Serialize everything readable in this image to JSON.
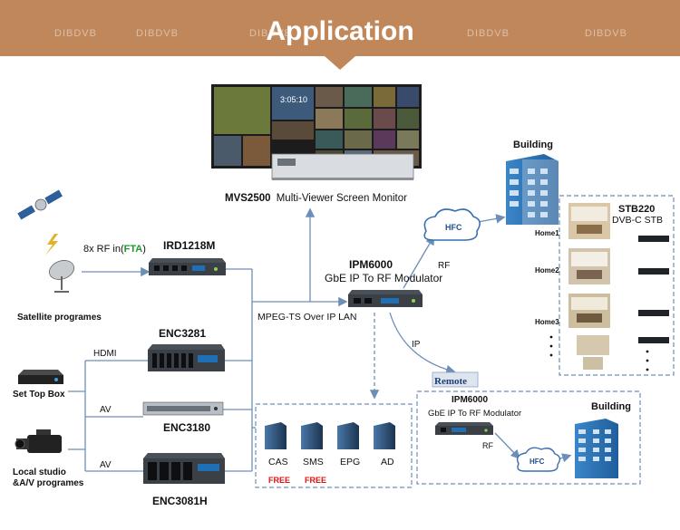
{
  "header": {
    "title": "Application",
    "watermark": "DIBDVB"
  },
  "monitor": {
    "name": "MVS2500",
    "desc": "Multi-Viewer Screen Monitor",
    "clock": "3:05:10"
  },
  "satellite": {
    "label": "Satellite programes",
    "rf_prefix": "8x RF in(",
    "rf_fta": "FTA",
    "rf_suffix": ")"
  },
  "ird": {
    "name": "IRD1218M"
  },
  "stb_in": {
    "label": "Set Top Box",
    "link": "HDMI"
  },
  "studio": {
    "label_line1": "Local studio",
    "label_line2": "&A/V programes",
    "link": "AV"
  },
  "enc1": {
    "name": "ENC3281"
  },
  "enc2": {
    "name": "ENC3180",
    "link": "AV"
  },
  "enc3": {
    "name": "ENC3081H"
  },
  "lan": {
    "label": "MPEG-TS Over IP LAN"
  },
  "ipm": {
    "name": "IPM6000",
    "desc": "GbE IP To RF Modulator",
    "rf": "RF",
    "ip": "IP"
  },
  "hfc": {
    "label": "HFC"
  },
  "building": {
    "label": "Building"
  },
  "stb220": {
    "name": "STB220",
    "desc": "DVB-C STB"
  },
  "homes": [
    "Home1",
    "Home2",
    "Home3"
  ],
  "servers": {
    "items": [
      "CAS",
      "SMS",
      "EPG",
      "AD"
    ],
    "free": [
      "FREE",
      "FREE"
    ]
  },
  "remote": {
    "tag": "Remote",
    "name": "IPM6000",
    "desc": "GbE IP To RF Modulator",
    "rf": "RF",
    "hfc": "HFC",
    "building": "Building"
  },
  "colors": {
    "header_bg": "#c0875b",
    "line": "#6d8eb8",
    "fta": "#1a9a2a",
    "free": "#e01010"
  }
}
